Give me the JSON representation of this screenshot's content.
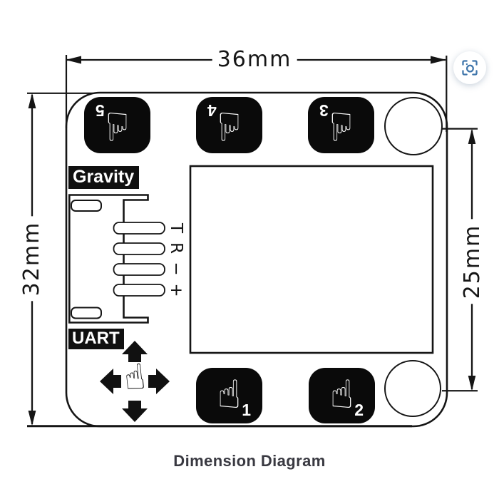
{
  "caption": "Dimension Diagram",
  "dimensions": {
    "top": "36mm",
    "left": "32mm",
    "right": "25mm"
  },
  "silkscreen": {
    "gravity": "Gravity",
    "uart": "UART"
  },
  "pins": [
    "T",
    "R",
    "−",
    "+"
  ],
  "touch_buttons": {
    "top": [
      "5",
      "4",
      "3"
    ],
    "bottom": [
      "1",
      "2"
    ]
  },
  "icons": {
    "hand_point": "☝",
    "scan": "scan-viewfinder-icon"
  },
  "colors": {
    "line": "#151515",
    "button_bg": "#0a0a0a",
    "accent_blue": "#4076ab",
    "caption_text": "#393941"
  }
}
